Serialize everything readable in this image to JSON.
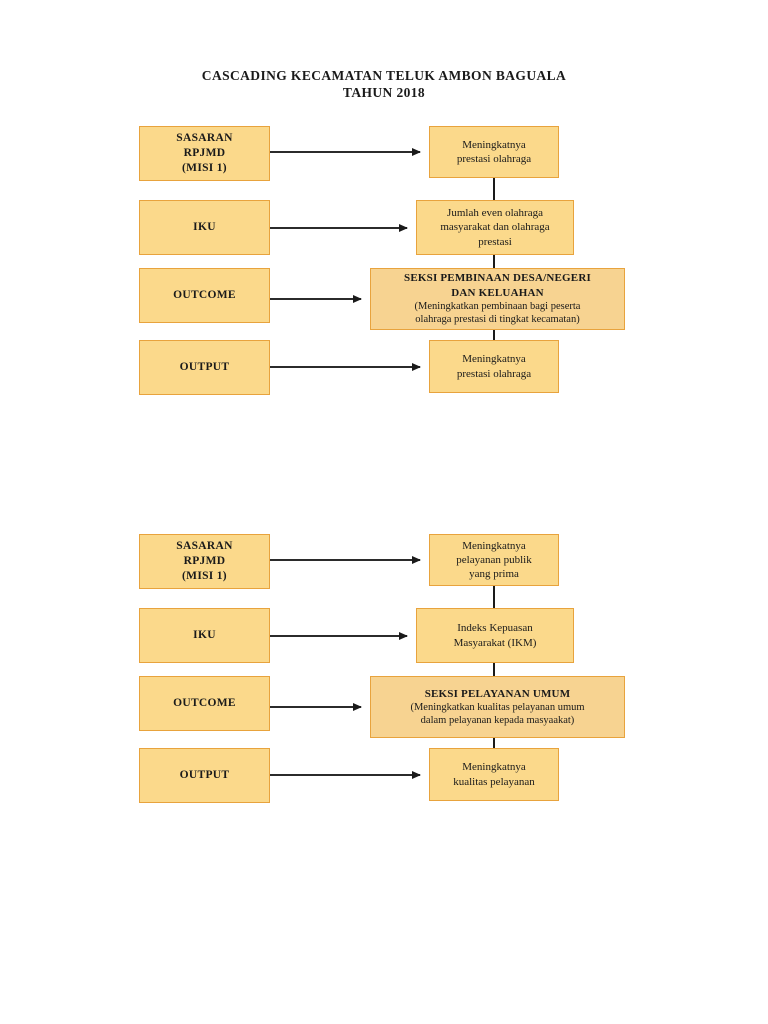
{
  "document": {
    "title_lines": [
      "CASCADING KECAMATAN TELUK AMBON BAGUALA",
      "TAHUN 2018"
    ],
    "background_color": "#ffffff",
    "box_fill_color": "#fbd98b",
    "box_accent_fill_color": "#f7d391",
    "box_border_color": "#e8a33d",
    "connector_color": "#1a1a1a",
    "text_color": "#1a1a1a"
  },
  "diagrams": [
    {
      "id": "diagram-1",
      "name": "cascading-olahraga",
      "rows": [
        {
          "level": "sasaran-rpjmd",
          "left_label": "SASARAN\nRPJMD\n(MISI 1)",
          "right_text": "Meningkatnya\nprestasi olahraga"
        },
        {
          "level": "iku",
          "left_label": "IKU",
          "right_text": "Jumlah even olahraga\nmasyarakat dan olahraga\nprestasi"
        },
        {
          "level": "outcome",
          "left_label": "OUTCOME",
          "right_heading": "SEKSI PEMBINAAN DESA/NEGERI\nDAN KELUAHAN",
          "right_subtext": "(Meningkatkan pembinaan bagi peserta\nolahraga prestasi di tingkat kecamatan)"
        },
        {
          "level": "output",
          "left_label": "OUTPUT",
          "right_text": "Meningkatnya\nprestasi olahraga"
        }
      ]
    },
    {
      "id": "diagram-2",
      "name": "cascading-pelayanan-umum",
      "rows": [
        {
          "level": "sasaran-rpjmd",
          "left_label": "SASARAN\nRPJMD\n(MISI 1)",
          "right_text": "Meningkatnya\npelayanan publik\nyang prima"
        },
        {
          "level": "iku",
          "left_label": "IKU",
          "right_text": "Indeks Kepuasan\nMasyarakat (IKM)"
        },
        {
          "level": "outcome",
          "left_label": "OUTCOME",
          "right_heading": "SEKSI PELAYANAN UMUM",
          "right_subtext": "(Meningkatkan kualitas pelayanan umum\ndalam pelayanan kepada masyaakat)"
        },
        {
          "level": "output",
          "left_label": "OUTPUT",
          "right_text": "Meningkatnya\nkualitas pelayanan"
        }
      ]
    }
  ]
}
